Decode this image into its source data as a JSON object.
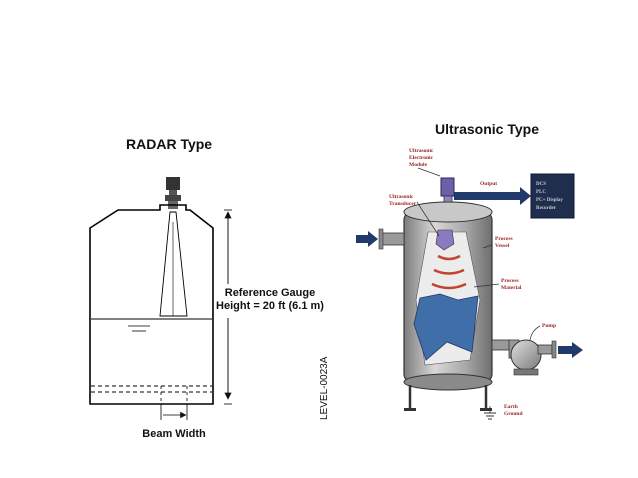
{
  "titles": {
    "radar": "RADAR Type",
    "ultrasonic": "Ultrasonic Type"
  },
  "radar": {
    "reference_gauge_line1": "Reference Gauge",
    "reference_gauge_line2": "Height = 20 ft (6.1 m)",
    "beam_width": "Beam Width",
    "figure_code": "LEVEL-0023A"
  },
  "ultrasonic": {
    "electronic_module": [
      "Ultrasonic",
      "Electronic",
      "Module"
    ],
    "transducer": [
      "Ultrasonic",
      "Transducer"
    ],
    "output": "Output",
    "destinations": [
      "DCS",
      "PLC",
      "PC+ Display",
      "Recorder"
    ],
    "process_vessel": [
      "Process",
      "Vessel"
    ],
    "process_material": [
      "Process",
      "Material"
    ],
    "pump": "Pump",
    "earth_ground": [
      "Earth",
      "Ground"
    ]
  },
  "colors": {
    "vessel_gray": "#9a9a9a",
    "material_blue": "#3f6ea8",
    "pump_gray": "#b0b0b0",
    "arrow_navy": "#1f3a6b",
    "wave_red": "#c0442e",
    "label_red": "#9a1f1f",
    "module_purple": "#6f5fa8"
  }
}
